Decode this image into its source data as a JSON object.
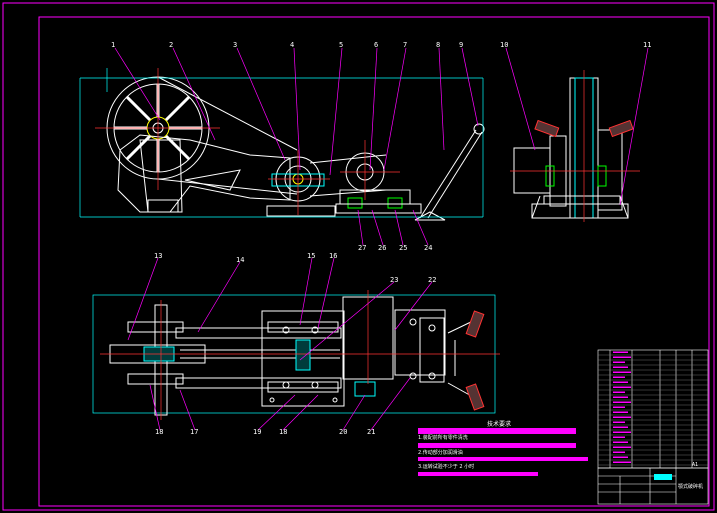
{
  "drawing": {
    "part_numbers_top": [
      "1",
      "2",
      "3",
      "4",
      "5",
      "6",
      "7",
      "8",
      "9",
      "10",
      "11"
    ],
    "part_numbers_top_lower": [
      "27",
      "26",
      "25",
      "24"
    ],
    "part_numbers_plan_top": [
      "13",
      "14",
      "15",
      "16",
      "23",
      "22"
    ],
    "part_numbers_plan_bottom": [
      "18",
      "17",
      "19",
      "18",
      "20",
      "21"
    ]
  },
  "notes": {
    "title": "技术要求",
    "lines": [
      "1.装配前所有零件清洗",
      "2.传动部分加润滑油",
      "3.运转试验不少于 2 小时"
    ]
  },
  "title_block": {
    "name": "颚式破碎机",
    "sheet_mark": "A1"
  },
  "colors": {
    "background": "#000000",
    "frame": "#ff00ff",
    "outline": "#ffffff",
    "leader": "#ff00ff",
    "center_line": "#ff0000",
    "cyan": "#00ffff",
    "yellow": "#ffff00",
    "green": "#00ff00",
    "red": "#ff3333"
  }
}
